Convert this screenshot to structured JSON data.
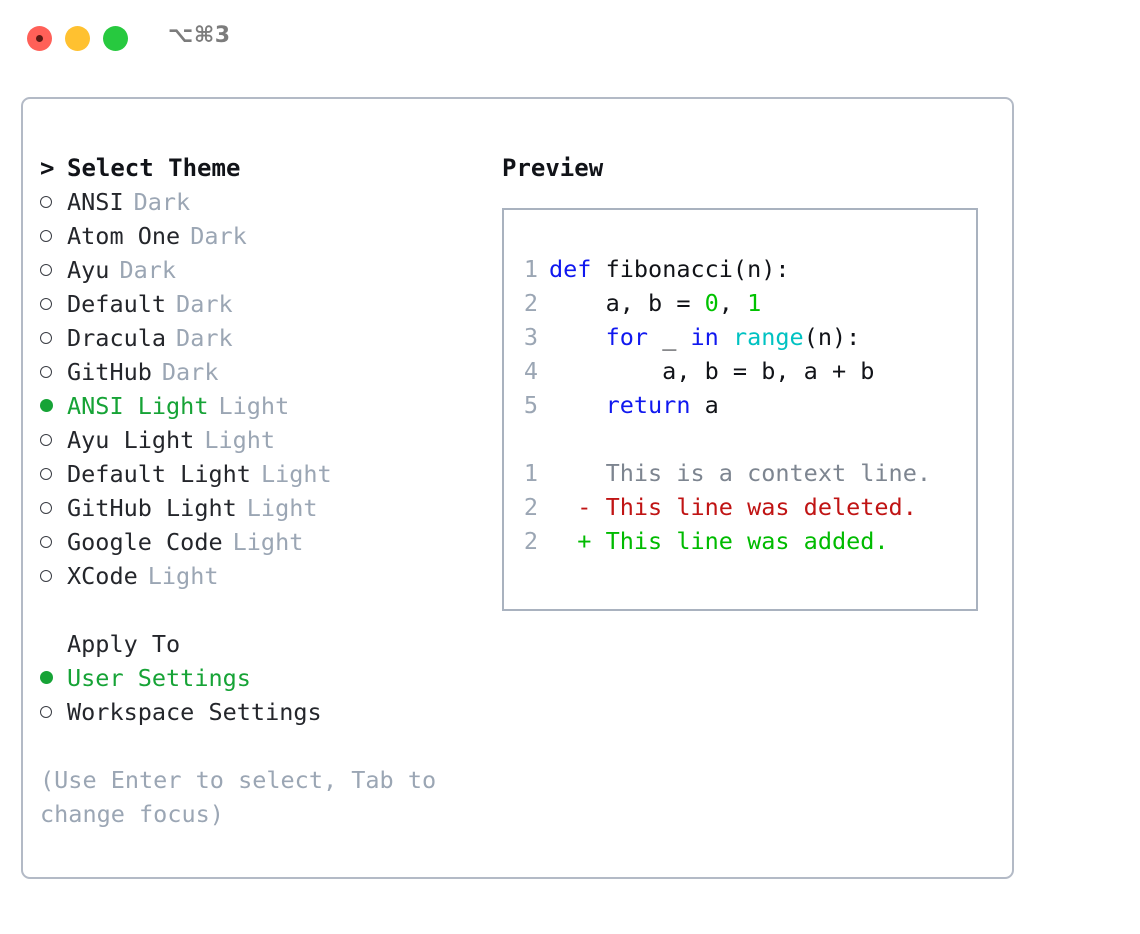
{
  "window": {
    "title": "⌥⌘3",
    "controls": [
      {
        "name": "close",
        "color": "#ff6058"
      },
      {
        "name": "minimize",
        "color": "#ffc130"
      },
      {
        "name": "zoom",
        "color": "#27c93f"
      }
    ]
  },
  "colors": {
    "accent_green": "#16a336",
    "muted_gray": "#9ba6b4",
    "text": "#24262b",
    "border": "#b3bac6",
    "keyword": "#1018ef",
    "number": "#00c200",
    "builtin": "#00c2c2",
    "diff_delete": "#c01414",
    "diff_add": "#00bb00",
    "diff_context": "#7d8590"
  },
  "theme_picker": {
    "header_marker": ">",
    "header_label": "Select Theme",
    "items": [
      {
        "marker": "○",
        "name": "ANSI",
        "kind": "Dark",
        "selected": false
      },
      {
        "marker": "○",
        "name": "Atom One",
        "kind": "Dark",
        "selected": false
      },
      {
        "marker": "○",
        "name": "Ayu",
        "kind": "Dark",
        "selected": false
      },
      {
        "marker": "○",
        "name": "Default",
        "kind": "Dark",
        "selected": false
      },
      {
        "marker": "○",
        "name": "Dracula",
        "kind": "Dark",
        "selected": false
      },
      {
        "marker": "○",
        "name": "GitHub",
        "kind": "Dark",
        "selected": false
      },
      {
        "marker": "●",
        "name": "ANSI Light",
        "kind": "Light",
        "selected": true
      },
      {
        "marker": "○",
        "name": "Ayu Light",
        "kind": "Light",
        "selected": false
      },
      {
        "marker": "○",
        "name": "Default Light",
        "kind": "Light",
        "selected": false
      },
      {
        "marker": "○",
        "name": "GitHub Light",
        "kind": "Light",
        "selected": false
      },
      {
        "marker": "○",
        "name": "Google Code",
        "kind": "Light",
        "selected": false
      },
      {
        "marker": "○",
        "name": "XCode",
        "kind": "Light",
        "selected": false
      }
    ]
  },
  "apply_to": {
    "header_label": "Apply To",
    "items": [
      {
        "marker": "●",
        "name": "User Settings",
        "selected": true
      },
      {
        "marker": "○",
        "name": "Workspace Settings",
        "selected": false
      }
    ]
  },
  "hint": {
    "text": "(Use Enter to select, Tab to change focus)"
  },
  "preview": {
    "title": "Preview",
    "code_lines": [
      {
        "no": "1",
        "tokens": [
          {
            "t": "def",
            "c": "kw"
          },
          {
            "t": " fibonacci(n):",
            "c": "id"
          }
        ]
      },
      {
        "no": "2",
        "tokens": [
          {
            "t": "    a, b = ",
            "c": "id"
          },
          {
            "t": "0",
            "c": "num"
          },
          {
            "t": ", ",
            "c": "id"
          },
          {
            "t": "1",
            "c": "num"
          }
        ]
      },
      {
        "no": "3",
        "tokens": [
          {
            "t": "    ",
            "c": "id"
          },
          {
            "t": "for",
            "c": "kw"
          },
          {
            "t": " _ ",
            "c": "id"
          },
          {
            "t": "in",
            "c": "kw"
          },
          {
            "t": " ",
            "c": "id"
          },
          {
            "t": "range",
            "c": "bi"
          },
          {
            "t": "(n):",
            "c": "id"
          }
        ]
      },
      {
        "no": "4",
        "tokens": [
          {
            "t": "        a, b = b, a + b",
            "c": "id"
          }
        ]
      },
      {
        "no": "5",
        "tokens": [
          {
            "t": "    ",
            "c": "id"
          },
          {
            "t": "return",
            "c": "kw"
          },
          {
            "t": " a",
            "c": "id"
          }
        ]
      }
    ],
    "diff_lines": [
      {
        "no": "1",
        "sign": " ",
        "text": " This is a context line.",
        "kind": "ctx"
      },
      {
        "no": "2",
        "sign": "-",
        "text": " This line was deleted.",
        "kind": "del"
      },
      {
        "no": "2",
        "sign": "+",
        "text": " This line was added.",
        "kind": "add"
      }
    ]
  }
}
